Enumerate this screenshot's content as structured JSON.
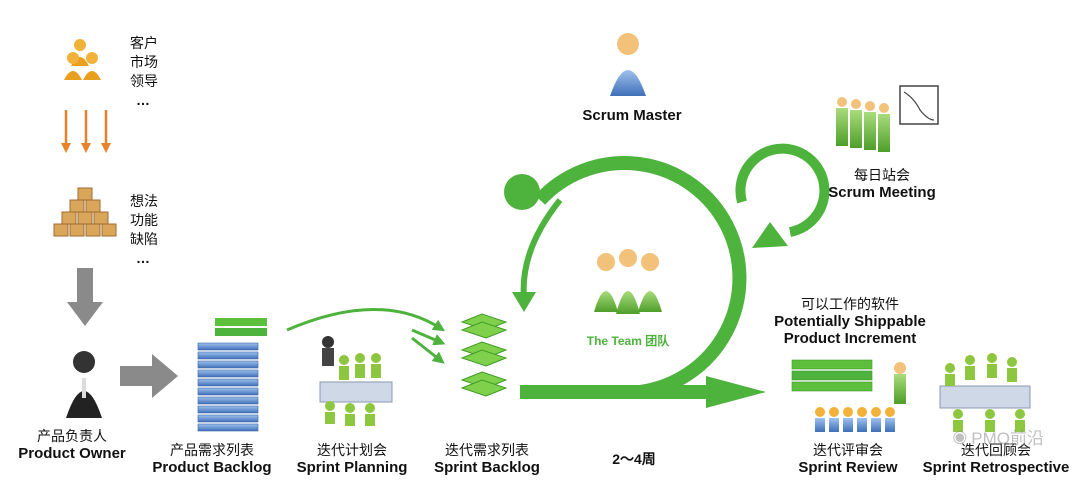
{
  "left": {
    "sources": [
      "客户",
      "市场",
      "领导",
      "…"
    ],
    "inputs": [
      "想法",
      "功能",
      "缺陷",
      "…"
    ]
  },
  "nodes": {
    "product_owner": {
      "zh": "产品负责人",
      "en": "Product Owner"
    },
    "product_backlog": {
      "zh": "产品需求列表",
      "en": "Product Backlog"
    },
    "sprint_planning": {
      "zh": "迭代计划会",
      "en": "Sprint Planning"
    },
    "sprint_backlog": {
      "zh": "迭代需求列表",
      "en": "Sprint Backlog"
    },
    "scrum_master": {
      "en": "Scrum Master"
    },
    "scrum_meeting": {
      "zh": "每日站会",
      "en": "Scrum Meeting"
    },
    "team": {
      "label": "The Team 团队"
    },
    "increment": {
      "zh": "可以工作的软件",
      "en1": "Potentially Shippable",
      "en2": "Product Increment"
    },
    "sprint_review": {
      "zh": "迭代评审会",
      "en": "Sprint Review"
    },
    "sprint_retro": {
      "zh": "迭代回顾会",
      "en": "Sprint Retrospective"
    }
  },
  "duration": "2～4周",
  "watermark": "PMO前沿",
  "colors": {
    "green": "#4db33d",
    "orange": "#e8832a",
    "gray_arrow": "#8a8a8a",
    "team_green": "#8dc63f",
    "person_orange": "#f2b23a",
    "person_blue": "#4a86c8"
  }
}
